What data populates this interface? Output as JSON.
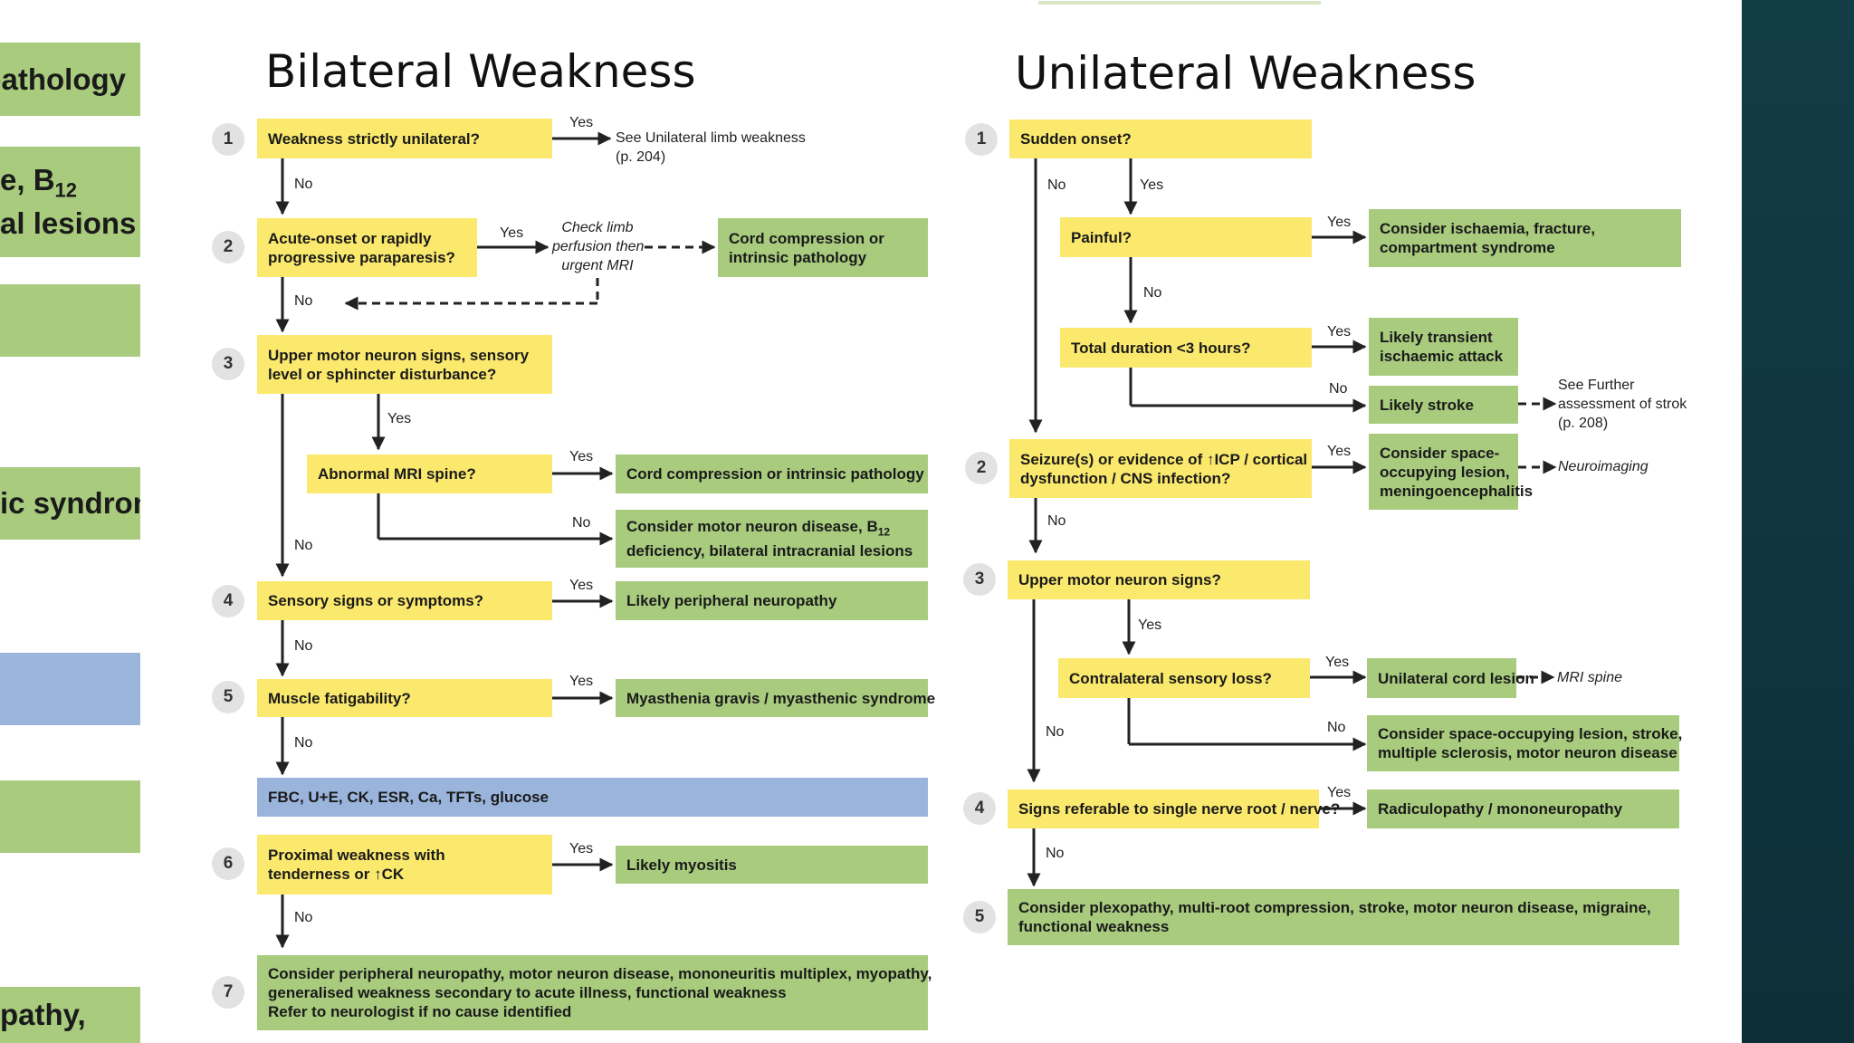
{
  "left_panel": {
    "item1": "pathology",
    "item2_line1": "e, B",
    "item2_sub": "12",
    "item2_line2": "al lesions",
    "item3": "",
    "item4": "ic syndrome",
    "item5": "",
    "item6": "",
    "item7": "pathy,"
  },
  "bilateral": {
    "title": "Bilateral Weakness",
    "s1": {
      "num": "1",
      "question": "Weakness strictly unilateral?",
      "yes": "Yes",
      "no": "No",
      "note1": "See Unilateral limb weakness",
      "note2": "(p. 204)"
    },
    "s2": {
      "num": "2",
      "q1": "Acute-onset or rapidly",
      "q2": "progressive paraparesis?",
      "yes": "Yes",
      "no": "No",
      "mid1": "Check limb",
      "mid2": "perfusion then",
      "mid3": "urgent MRI",
      "out1": "Cord compression or",
      "out2": "intrinsic pathology"
    },
    "s3": {
      "num": "3",
      "q1": "Upper motor neuron signs, sensory",
      "q2": "level or sphincter disturbance?",
      "yes": "Yes",
      "no": "No",
      "sub_q": "Abnormal MRI spine?",
      "sub_yes": "Yes",
      "sub_yes_out": "Cord compression or intrinsic pathology",
      "sub_no": "No",
      "sub_no_out1": "Consider motor neuron disease, B",
      "sub_no_out1_sub": "12",
      "sub_no_out2": "deficiency, bilateral intracranial lesions"
    },
    "s4": {
      "num": "4",
      "question": "Sensory signs or symptoms?",
      "yes": "Yes",
      "no": "No",
      "out": "Likely peripheral neuropathy"
    },
    "s5": {
      "num": "5",
      "question": "Muscle fatigability?",
      "yes": "Yes",
      "no": "No",
      "out": "Myasthenia gravis / myasthenic syndrome"
    },
    "tests": "FBC, U+E, CK, ESR, Ca, TFTs, glucose",
    "s6": {
      "num": "6",
      "q1": "Proximal weakness with",
      "q2": "tenderness or ↑CK",
      "yes": "Yes",
      "no": "No",
      "out": "Likely myositis"
    },
    "s7": {
      "num": "7",
      "l1": "Consider peripheral neuropathy, motor neuron disease, mononeuritis multiplex, myopathy,",
      "l2": "generalised weakness secondary to acute illness, functional weakness",
      "l3": "Refer to neurologist if no cause identified"
    }
  },
  "unilateral": {
    "title": "Unilateral Weakness",
    "s1": {
      "num": "1",
      "question": "Sudden onset?",
      "no": "No",
      "yes": "Yes",
      "painful": "Painful?",
      "painful_yes": "Yes",
      "painful_out1": "Consider ischaemia, fracture,",
      "painful_out2": "compartment syndrome",
      "painful_no": "No",
      "duration": "Total duration <3 hours?",
      "dur_yes": "Yes",
      "tia1": "Likely transient",
      "tia2": "ischaemic attack",
      "dur_no": "No",
      "stroke": "Likely stroke",
      "fa1": "See Further",
      "fa2": "assessment of stroke",
      "fa3": "(p. 208)"
    },
    "s2": {
      "num": "2",
      "q1": "Seizure(s) or evidence of ↑ICP / cortical",
      "q2": "dysfunction / CNS infection?",
      "yes": "Yes",
      "no": "No",
      "o1": "Consider space-",
      "o2": "occupying lesion,",
      "o3": "meningoencephalitis",
      "next": "Neuroimaging"
    },
    "s3": {
      "num": "3",
      "question": "Upper motor neuron signs?",
      "yes": "Yes",
      "no": "No",
      "sub_q": "Contralateral sensory loss?",
      "sub_yes": "Yes",
      "sub_yes_out": "Unilateral cord lesion",
      "sub_next": "MRI spine",
      "sub_no": "No",
      "sub_no_out1": "Consider space-occupying lesion, stroke,",
      "sub_no_out2": "multiple sclerosis, motor neuron disease"
    },
    "s4": {
      "num": "4",
      "question": "Signs referable to single nerve root / nerve?",
      "yes": "Yes",
      "no": "No",
      "out": "Radiculopathy / mononeuropathy"
    },
    "s5": {
      "num": "5",
      "l1": "Consider plexopathy, multi-root compression, stroke, motor neuron disease, migraine,",
      "l2": "functional weakness"
    }
  }
}
